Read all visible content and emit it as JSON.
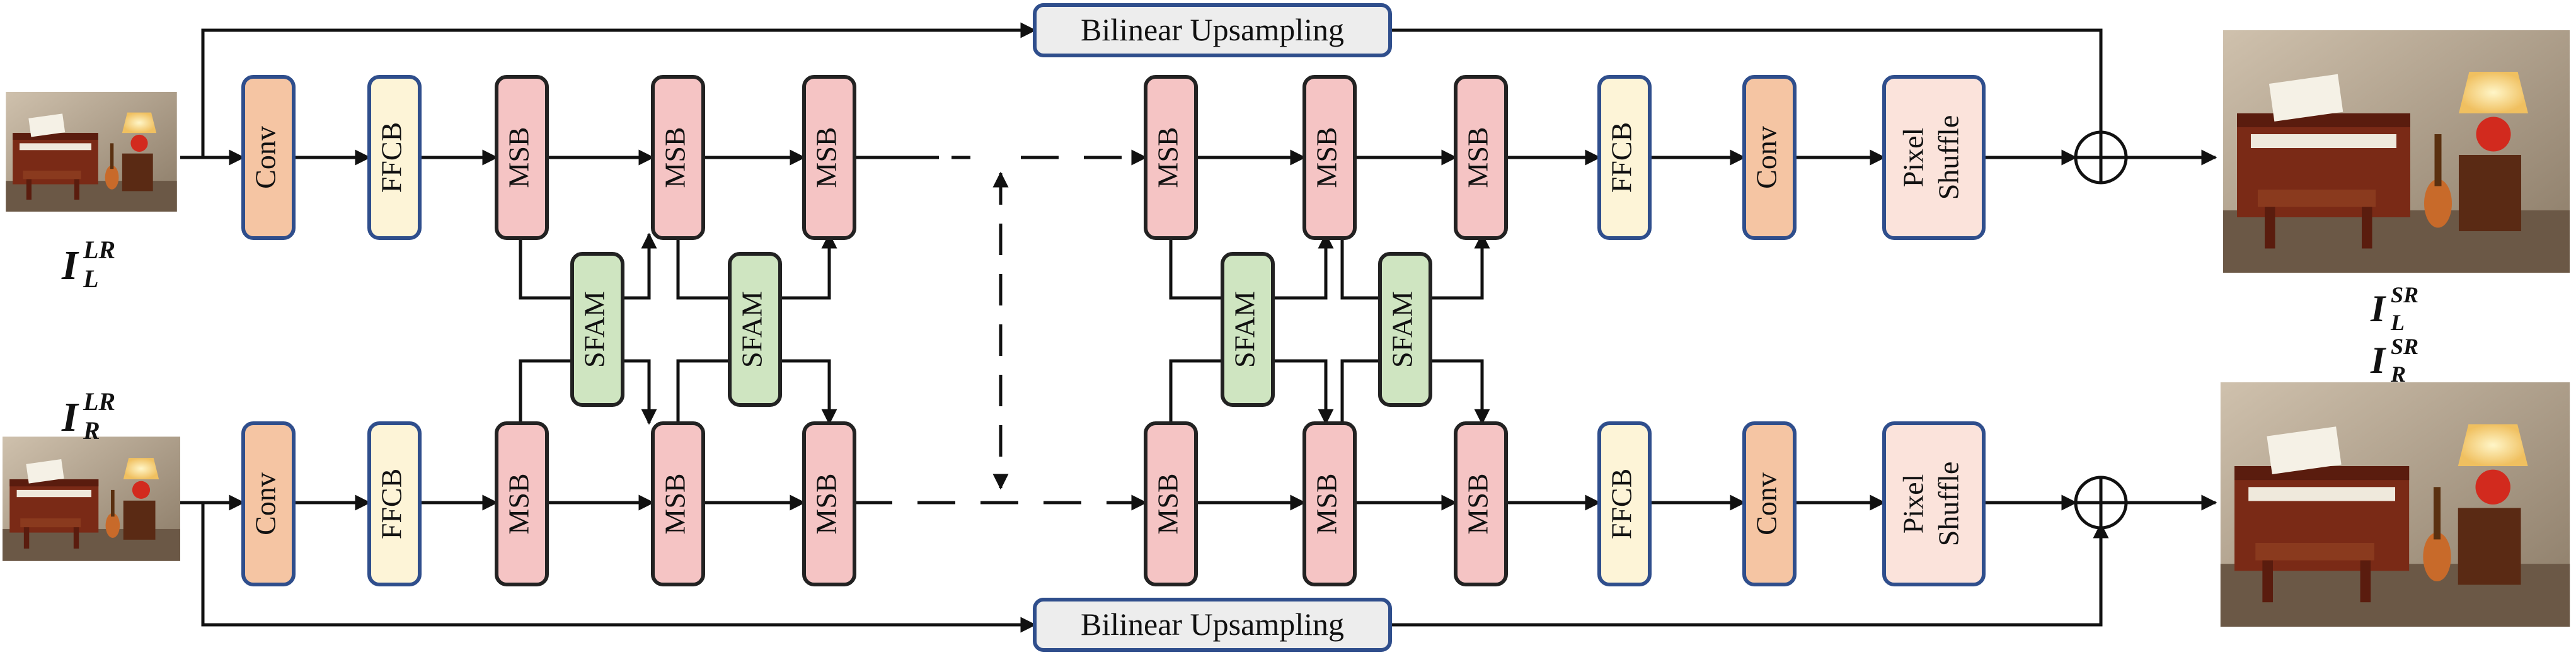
{
  "top_box": {
    "label": "Bilinear Upsampling"
  },
  "bottom_box": {
    "label": "Bilinear Upsampling"
  },
  "blocks": {
    "conv": "Conv",
    "ffcb": "FFCB",
    "msb": "MSB",
    "sfam": "SFAM",
    "pixel_shuffle_line1": "Pixel",
    "pixel_shuffle_line2": "Shuffle"
  },
  "labels": {
    "input_left": {
      "base": "I",
      "sup": "LR",
      "sub": "L"
    },
    "input_right": {
      "base": "I",
      "sup": "LR",
      "sub": "R"
    },
    "output_left": {
      "base": "I",
      "sup": "SR",
      "sub": "L"
    },
    "output_right": {
      "base": "I",
      "sup": "SR",
      "sub": "R"
    }
  },
  "colors": {
    "conv_fill": "#F5C5A3",
    "ffcb_fill": "#FDF4D7",
    "msb_fill": "#F5C4C4",
    "sfam_fill": "#CFE5C1",
    "pixel_fill": "#FBE3DB",
    "upsample_fill": "#EDEDED",
    "blue_border": "#2F4E8C",
    "dark_border": "#222222"
  }
}
